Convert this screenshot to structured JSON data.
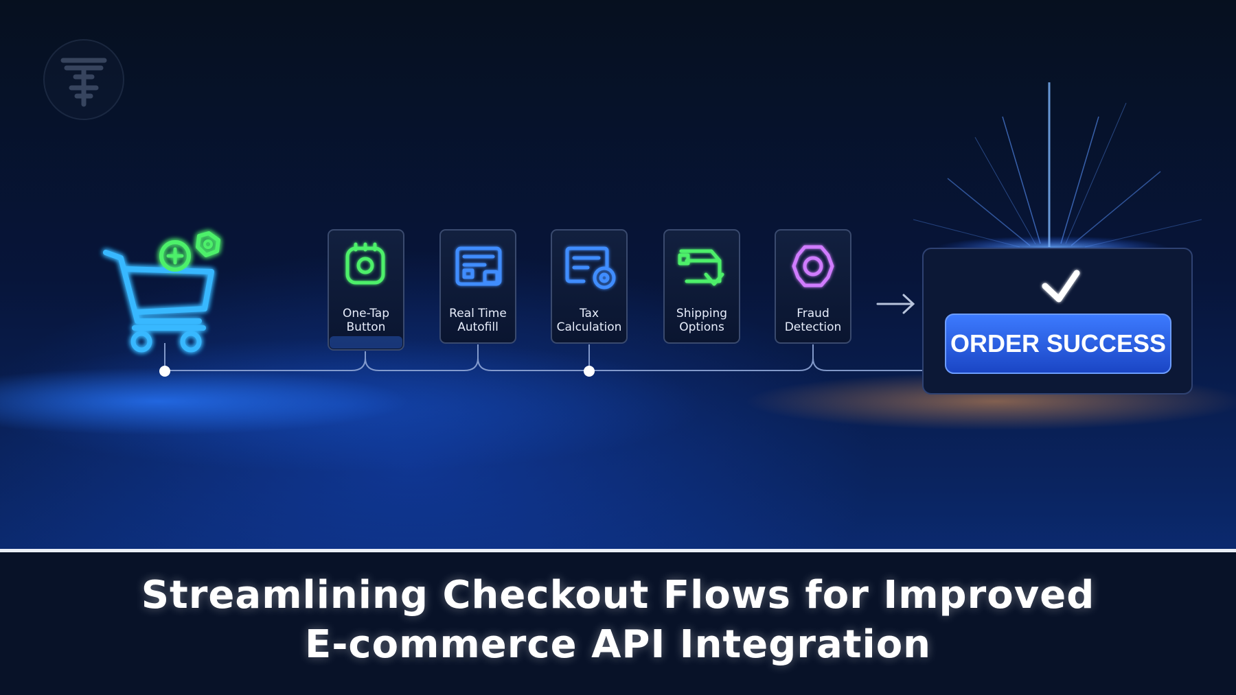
{
  "steps": [
    {
      "line1": "One-Tap",
      "line2": "Button",
      "icon": "one-tap-button-icon",
      "color": "#4ef06a"
    },
    {
      "line1": "Real Time",
      "line2": "Autofill",
      "icon": "autofill-form-icon",
      "color": "#3f8dff"
    },
    {
      "line1": "Tax",
      "line2": "Calculation",
      "icon": "tax-calculation-icon",
      "color": "#3f8dff"
    },
    {
      "line1": "Shipping",
      "line2": "Options",
      "icon": "shipping-box-icon",
      "color": "#4ef06a"
    },
    {
      "line1": "Fraud",
      "line2": "Detection",
      "icon": "fraud-shield-gear-icon",
      "color": "#d07cff"
    }
  ],
  "success": {
    "label": "ORDER SUCCESS",
    "icon": "checkmark-icon",
    "button_color": "#2156d8"
  },
  "cart": {
    "icon": "shopping-cart-icon",
    "color": "#38b8ff",
    "badge_color": "#4ef06a"
  },
  "logo": {
    "icon": "brand-logo-icon"
  },
  "caption": {
    "line1": "Streamlining Checkout Flows for Improved",
    "line2": "E-commerce API Integration"
  }
}
